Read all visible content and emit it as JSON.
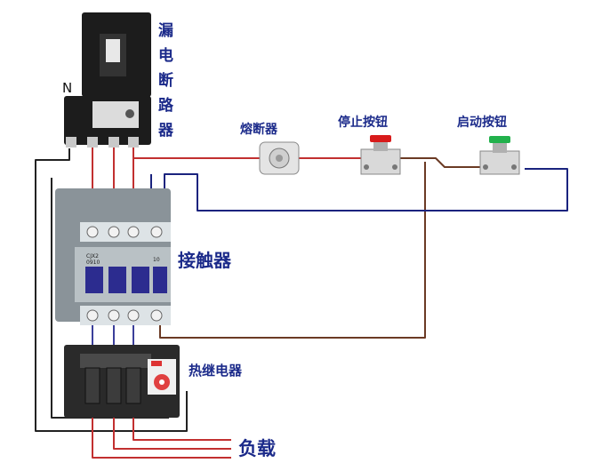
{
  "labels": {
    "breaker_chars": [
      "漏",
      "电",
      "断",
      "路",
      "器"
    ],
    "neutral": "N",
    "fuse": "熔断器",
    "stop_button": "停止按钮",
    "start_button": "启动按钮",
    "contactor": "接触器",
    "thermal_relay": "热继电器",
    "load": "负载"
  },
  "device_markings": {
    "contactor_model_line1": "CJX2",
    "contactor_model_line2": "0910",
    "contactor_aux": "10"
  },
  "colors": {
    "phase_wire": "#c23030",
    "control_wire": "#1a237e",
    "return_wire": "#6b3a24",
    "neutral_wire": "#222222",
    "label_text": "#1b2a8a",
    "stop_cap": "#d81b1b",
    "start_cap": "#22b14c",
    "breaker_body": "#1c1c1c",
    "contactor_body": "#8a9399",
    "relay_body": "#2a2a2a"
  }
}
